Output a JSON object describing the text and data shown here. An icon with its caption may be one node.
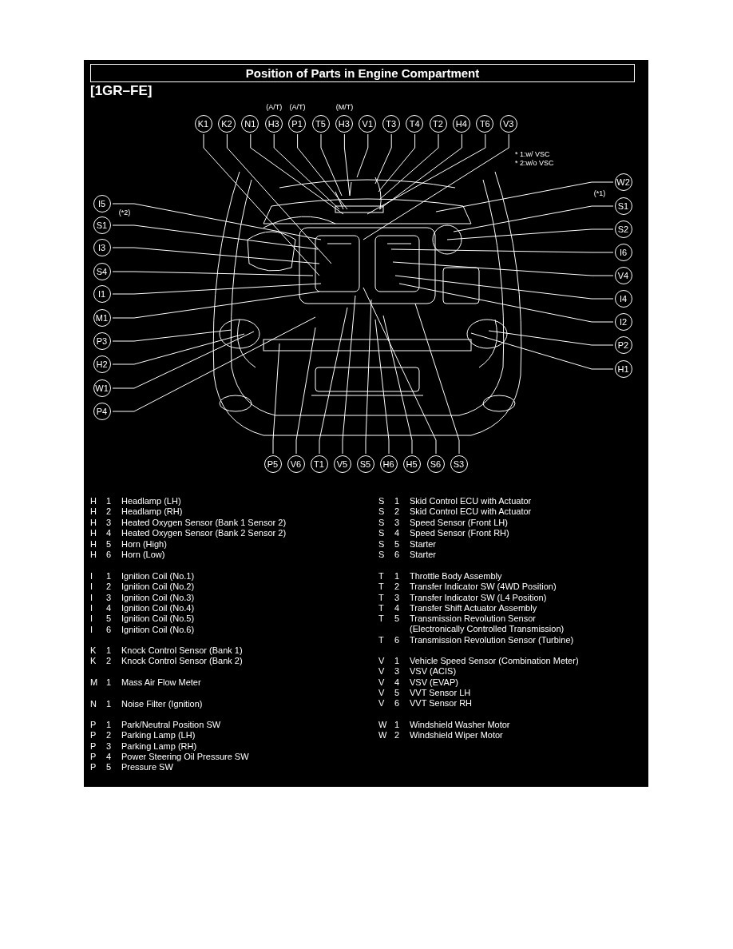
{
  "diagram": {
    "title": "Position of Parts in Engine Compartment",
    "nodes": [
      {
        "text": [
          "K1"
        ]
      },
      {
        "text": [
          "K2"
        ]
      },
      {
        "text": [
          "N1"
        ]
      },
      {
        "text": [
          "H3"
        ],
        "beside": [
          "(A/T)"
        ]
      },
      {
        "text": [
          "P1"
        ],
        "beside": [
          "(A/T)"
        ]
      },
      {
        "text": [
          "T5"
        ]
      },
      {
        "text": [
          "H3"
        ],
        "beside": [
          "(M/T)"
        ]
      },
      {
        "text": [
          "V1"
        ]
      },
      {
        "text": [
          "T3"
        ]
      },
      {
        "text": [
          "T4"
        ]
      },
      {
        "text": [
          "T2"
        ]
      },
      {
        "text": [
          "H4"
        ]
      },
      {
        "text": [
          "T6"
        ]
      },
      {
        "text": [
          "V3"
        ]
      },
      {
        "text": [
          "I5"
        ]
      },
      {
        "text": [
          "S1"
        ],
        "beside": [
          "(*2)"
        ]
      },
      {
        "text": [
          "I3"
        ]
      },
      {
        "text": [
          "S4"
        ]
      },
      {
        "text": [
          "I1"
        ]
      },
      {
        "text": [
          "M1"
        ]
      },
      {
        "text": [
          "P3"
        ]
      },
      {
        "text": [
          "H2"
        ]
      },
      {
        "text": [
          "W1"
        ]
      },
      {
        "text": [
          "P4"
        ]
      },
      {
        "text": [
          "W2"
        ]
      },
      {
        "text": [
          "S1"
        ],
        "beside": [
          "(*1)"
        ]
      },
      {
        "text": [
          "S2"
        ]
      },
      {
        "text": [
          "I6"
        ]
      },
      {
        "text": [
          "V4"
        ]
      },
      {
        "text": [
          "I4"
        ]
      },
      {
        "text": [
          "I2"
        ]
      },
      {
        "text": [
          "P2"
        ]
      },
      {
        "text": [
          "H1"
        ]
      },
      {
        "text": [
          "P5"
        ]
      },
      {
        "text": [
          "V6"
        ]
      },
      {
        "text": [
          "T1"
        ]
      },
      {
        "text": [
          "V5"
        ]
      },
      {
        "text": [
          "S5"
        ]
      },
      {
        "text": [
          "H6"
        ]
      },
      {
        "text": [
          "H5"
        ]
      },
      {
        "text": [
          "S6"
        ]
      },
      {
        "text": [
          "S3"
        ]
      }
    ],
    "edges": [
      {
        "from": 0,
        "to": null,
        "arrow": "none"
      },
      {
        "from": 1,
        "to": null,
        "arrow": "none"
      },
      {
        "from": 2,
        "to": null,
        "arrow": "none"
      },
      {
        "from": 3,
        "to": null,
        "arrow": "none"
      },
      {
        "from": 4,
        "to": null,
        "arrow": "none"
      },
      {
        "from": 5,
        "to": null,
        "arrow": "none"
      },
      {
        "from": 6,
        "to": null,
        "arrow": "none"
      },
      {
        "from": 7,
        "to": null,
        "arrow": "none"
      },
      {
        "from": 8,
        "to": null,
        "arrow": "none"
      },
      {
        "from": 9,
        "to": null,
        "arrow": "none"
      },
      {
        "from": 10,
        "to": null,
        "arrow": "none"
      },
      {
        "from": 11,
        "to": null,
        "arrow": "none"
      },
      {
        "from": 12,
        "to": null,
        "arrow": "none"
      },
      {
        "from": 13,
        "to": null,
        "arrow": "none"
      },
      {
        "from": 14,
        "to": null,
        "arrow": "none"
      },
      {
        "from": 15,
        "to": null,
        "arrow": "none"
      },
      {
        "from": 16,
        "to": null,
        "arrow": "none"
      },
      {
        "from": 17,
        "to": null,
        "arrow": "none"
      },
      {
        "from": 18,
        "to": null,
        "arrow": "none"
      },
      {
        "from": 19,
        "to": null,
        "arrow": "none"
      },
      {
        "from": 20,
        "to": null,
        "arrow": "none"
      },
      {
        "from": 21,
        "to": null,
        "arrow": "none"
      },
      {
        "from": 22,
        "to": null,
        "arrow": "none"
      },
      {
        "from": 23,
        "to": null,
        "arrow": "none"
      },
      {
        "from": 24,
        "to": null,
        "arrow": "none"
      },
      {
        "from": 25,
        "to": null,
        "arrow": "none"
      },
      {
        "from": 26,
        "to": null,
        "arrow": "none"
      },
      {
        "from": 27,
        "to": null,
        "arrow": "none"
      },
      {
        "from": 28,
        "to": null,
        "arrow": "none"
      },
      {
        "from": 29,
        "to": null,
        "arrow": "none"
      },
      {
        "from": 30,
        "to": null,
        "arrow": "none"
      },
      {
        "from": 31,
        "to": null,
        "arrow": "none"
      },
      {
        "from": 32,
        "to": null,
        "arrow": "none"
      },
      {
        "from": 33,
        "to": null,
        "arrow": "none"
      },
      {
        "from": 34,
        "to": null,
        "arrow": "none"
      },
      {
        "from": 35,
        "to": null,
        "arrow": "none"
      },
      {
        "from": 36,
        "to": null,
        "arrow": "none"
      },
      {
        "from": 37,
        "to": null,
        "arrow": "none"
      },
      {
        "from": 38,
        "to": null,
        "arrow": "none"
      },
      {
        "from": 39,
        "to": null,
        "arrow": "none"
      },
      {
        "from": 40,
        "to": null,
        "arrow": "none"
      },
      {
        "from": 41,
        "to": null,
        "arrow": "none"
      }
    ],
    "labels": [
      "[1GR–FE]",
      "* 1:w/ VSC",
      "* 2:w/o VSC",
      "H",
      "1",
      "Headlamp (LH)",
      "H",
      "2",
      "Headlamp (RH)",
      "H",
      "3",
      "Heated Oxygen Sensor (Bank 1 Sensor 2)",
      "H",
      "4",
      "Heated Oxygen Sensor (Bank 2 Sensor 2)",
      "H",
      "5",
      "Horn (High)",
      "H",
      "6",
      "Horn (Low)",
      "I",
      "1",
      "Ignition Coil (No.1)",
      "I",
      "2",
      "Ignition Coil (No.2)",
      "I",
      "3",
      "Ignition Coil (No.3)",
      "I",
      "4",
      "Ignition Coil (No.4)",
      "I",
      "5",
      "Ignition Coil (No.5)",
      "I",
      "6",
      "Ignition Coil (No.6)",
      "K",
      "1",
      "Knock Control Sensor (Bank 1)",
      "K",
      "2",
      "Knock Control Sensor (Bank 2)",
      "M",
      "1",
      "Mass Air Flow Meter",
      "N",
      "1",
      "Noise Filter (Ignition)",
      "P",
      "1",
      "Park/Neutral Position SW",
      "P",
      "2",
      "Parking Lamp (LH)",
      "P",
      "3",
      "Parking Lamp (RH)",
      "P",
      "4",
      "Power Steering Oil Pressure SW",
      "P",
      "5",
      "Pressure SW",
      "S",
      "1",
      "Skid Control ECU with Actuator",
      "S",
      "2",
      "Skid Control ECU with Actuator",
      "S",
      "3",
      "Speed Sensor (Front LH)",
      "S",
      "4",
      "Speed Sensor (Front RH)",
      "S",
      "5",
      "Starter",
      "S",
      "6",
      "Starter",
      "T",
      "1",
      "Throttle Body Assembly",
      "T",
      "2",
      "Transfer Indicator SW (4WD Position)",
      "T",
      "3",
      "Transfer Indicator SW (L4 Position)",
      "T",
      "4",
      "Transfer Shift Actuator Assembly",
      "T",
      "5",
      "Transmission Revolution Sensor (Electronically Controlled Transmission)",
      "T",
      "6",
      "Transmission Revolution Sensor (Turbine)",
      "V",
      "1",
      "Vehicle Speed Sensor (Combination Meter)",
      "V",
      "3",
      "VSV (ACIS)",
      "V",
      "4",
      "VSV (EVAP)",
      "V",
      "5",
      "VVT Sensor LH",
      "V",
      "6",
      "VVT Sensor RH",
      "W",
      "1",
      "Windshield Washer Motor",
      "W",
      "2",
      "Windshield Wiper Motor"
    ]
  }
}
